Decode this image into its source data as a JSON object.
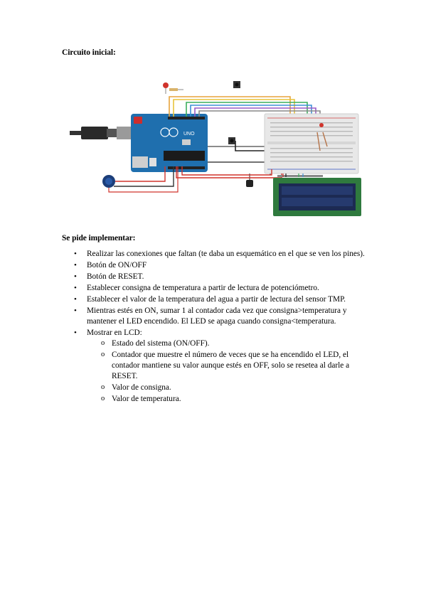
{
  "heading_circuit": "Circuito inicial:",
  "heading_implement": "Se pide implementar:",
  "board_label": "UNO",
  "bullets": [
    "Realizar las conexiones que faltan (te daba un esquemático en el que se ven los pines).",
    "Botón de ON/OFF",
    "Botón de RESET.",
    "Establecer consigna de temperatura a partir de lectura de potenciómetro.",
    "Establecer el valor de la temperatura del agua a partir de lectura del sensor TMP.",
    "Mientras estés en ON, sumar 1 al contador cada vez que consigna>temperatura y mantener el LED encendido. El LED se apaga cuando consigna<temperatura.",
    "Mostrar en LCD:"
  ],
  "sub_bullets": [
    "Estado del sistema (ON/OFF).",
    "Contador que muestre el número de veces que se ha encendido el LED, el contador mantiene su valor aunque estés en OFF, solo se resetea al darle a RESET.",
    "Valor de consigna.",
    "Valor de temperatura."
  ],
  "bullet_symbol": "•",
  "sub_bullet_symbol": "o",
  "colors": {
    "arduino_blue": "#1f6fae",
    "lcd_green": "#2f7a3e",
    "lcd_screen": "#1c2a52",
    "breadboard": "#e8e8e8"
  }
}
